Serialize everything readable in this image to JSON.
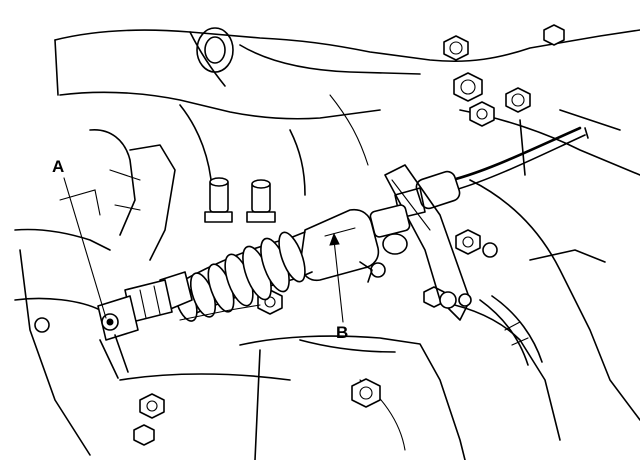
{
  "diagram": {
    "callouts": [
      {
        "id": "A",
        "text": "A"
      },
      {
        "id": "B",
        "text": "B"
      }
    ]
  }
}
